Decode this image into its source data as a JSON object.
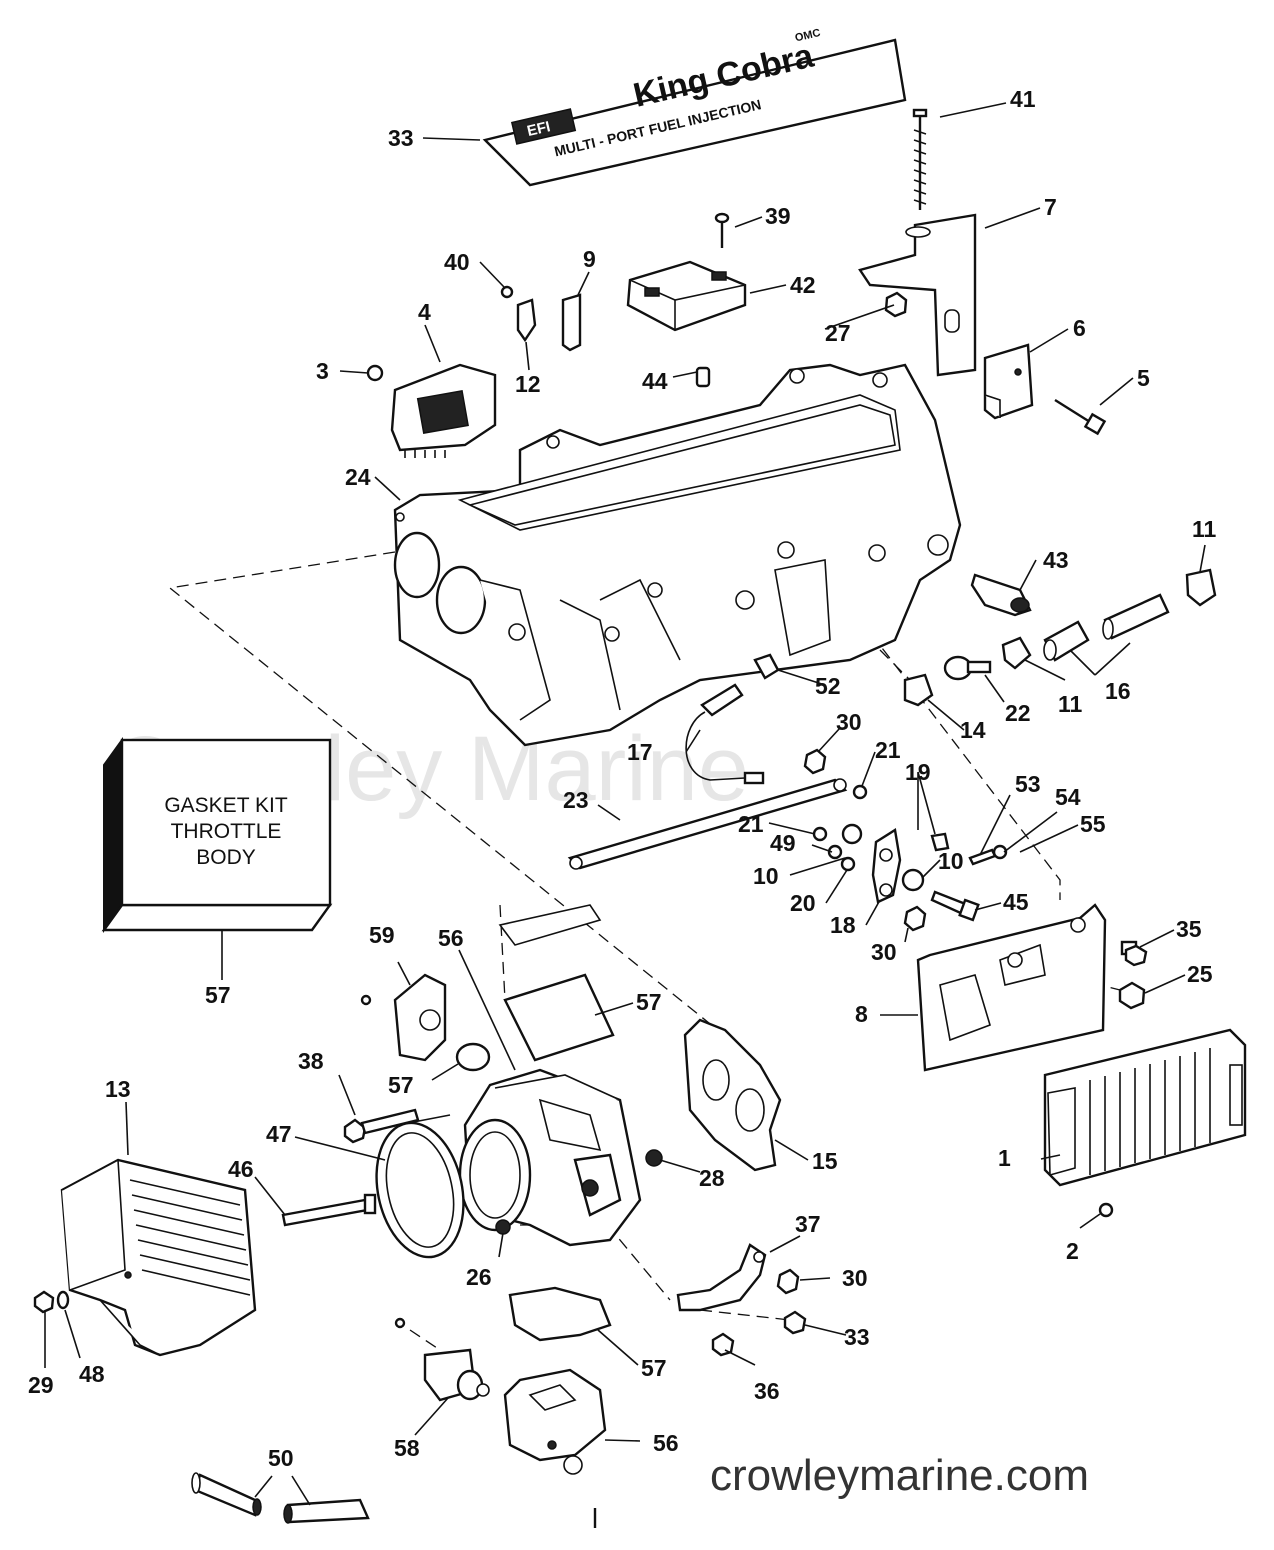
{
  "watermark": "Crowley Marine",
  "website": "crowleymarine.com",
  "gasket_kit": {
    "line1": "GASKET KIT",
    "line2": "THROTTLE",
    "line3": "BODY"
  },
  "decal": {
    "brand_small": "OMC",
    "brand": "King Cobra",
    "subtitle": "MULTI - PORT FUEL INJECTION",
    "badge": "EFI"
  },
  "callouts": {
    "c1": "1",
    "c2": "2",
    "c3": "3",
    "c4": "4",
    "c5": "5",
    "c6": "6",
    "c7": "7",
    "c8": "8",
    "c9": "9",
    "c10a": "10",
    "c10b": "10",
    "c11a": "11",
    "c11b": "11",
    "c12": "12",
    "c13": "13",
    "c14": "14",
    "c15": "15",
    "c16": "16",
    "c17": "17",
    "c18": "18",
    "c19": "19",
    "c20": "20",
    "c21a": "21",
    "c21b": "21",
    "c22": "22",
    "c23": "23",
    "c24": "24",
    "c25": "25",
    "c26": "26",
    "c27": "27",
    "c28": "28",
    "c29": "29",
    "c30a": "30",
    "c30b": "30",
    "c30c": "30",
    "c33a": "33",
    "c33b": "33",
    "c35": "35",
    "c36": "36",
    "c37": "37",
    "c38": "38",
    "c39": "39",
    "c40": "40",
    "c41": "41",
    "c42": "42",
    "c43": "43",
    "c44": "44",
    "c45": "45",
    "c46": "46",
    "c47": "47",
    "c48": "48",
    "c49": "49",
    "c50": "50",
    "c52": "52",
    "c53": "53",
    "c54": "54",
    "c55": "55",
    "c56a": "56",
    "c56b": "56",
    "c57a": "57",
    "c57b": "57",
    "c57c": "57",
    "c57d": "57",
    "c58": "58",
    "c59": "59"
  }
}
